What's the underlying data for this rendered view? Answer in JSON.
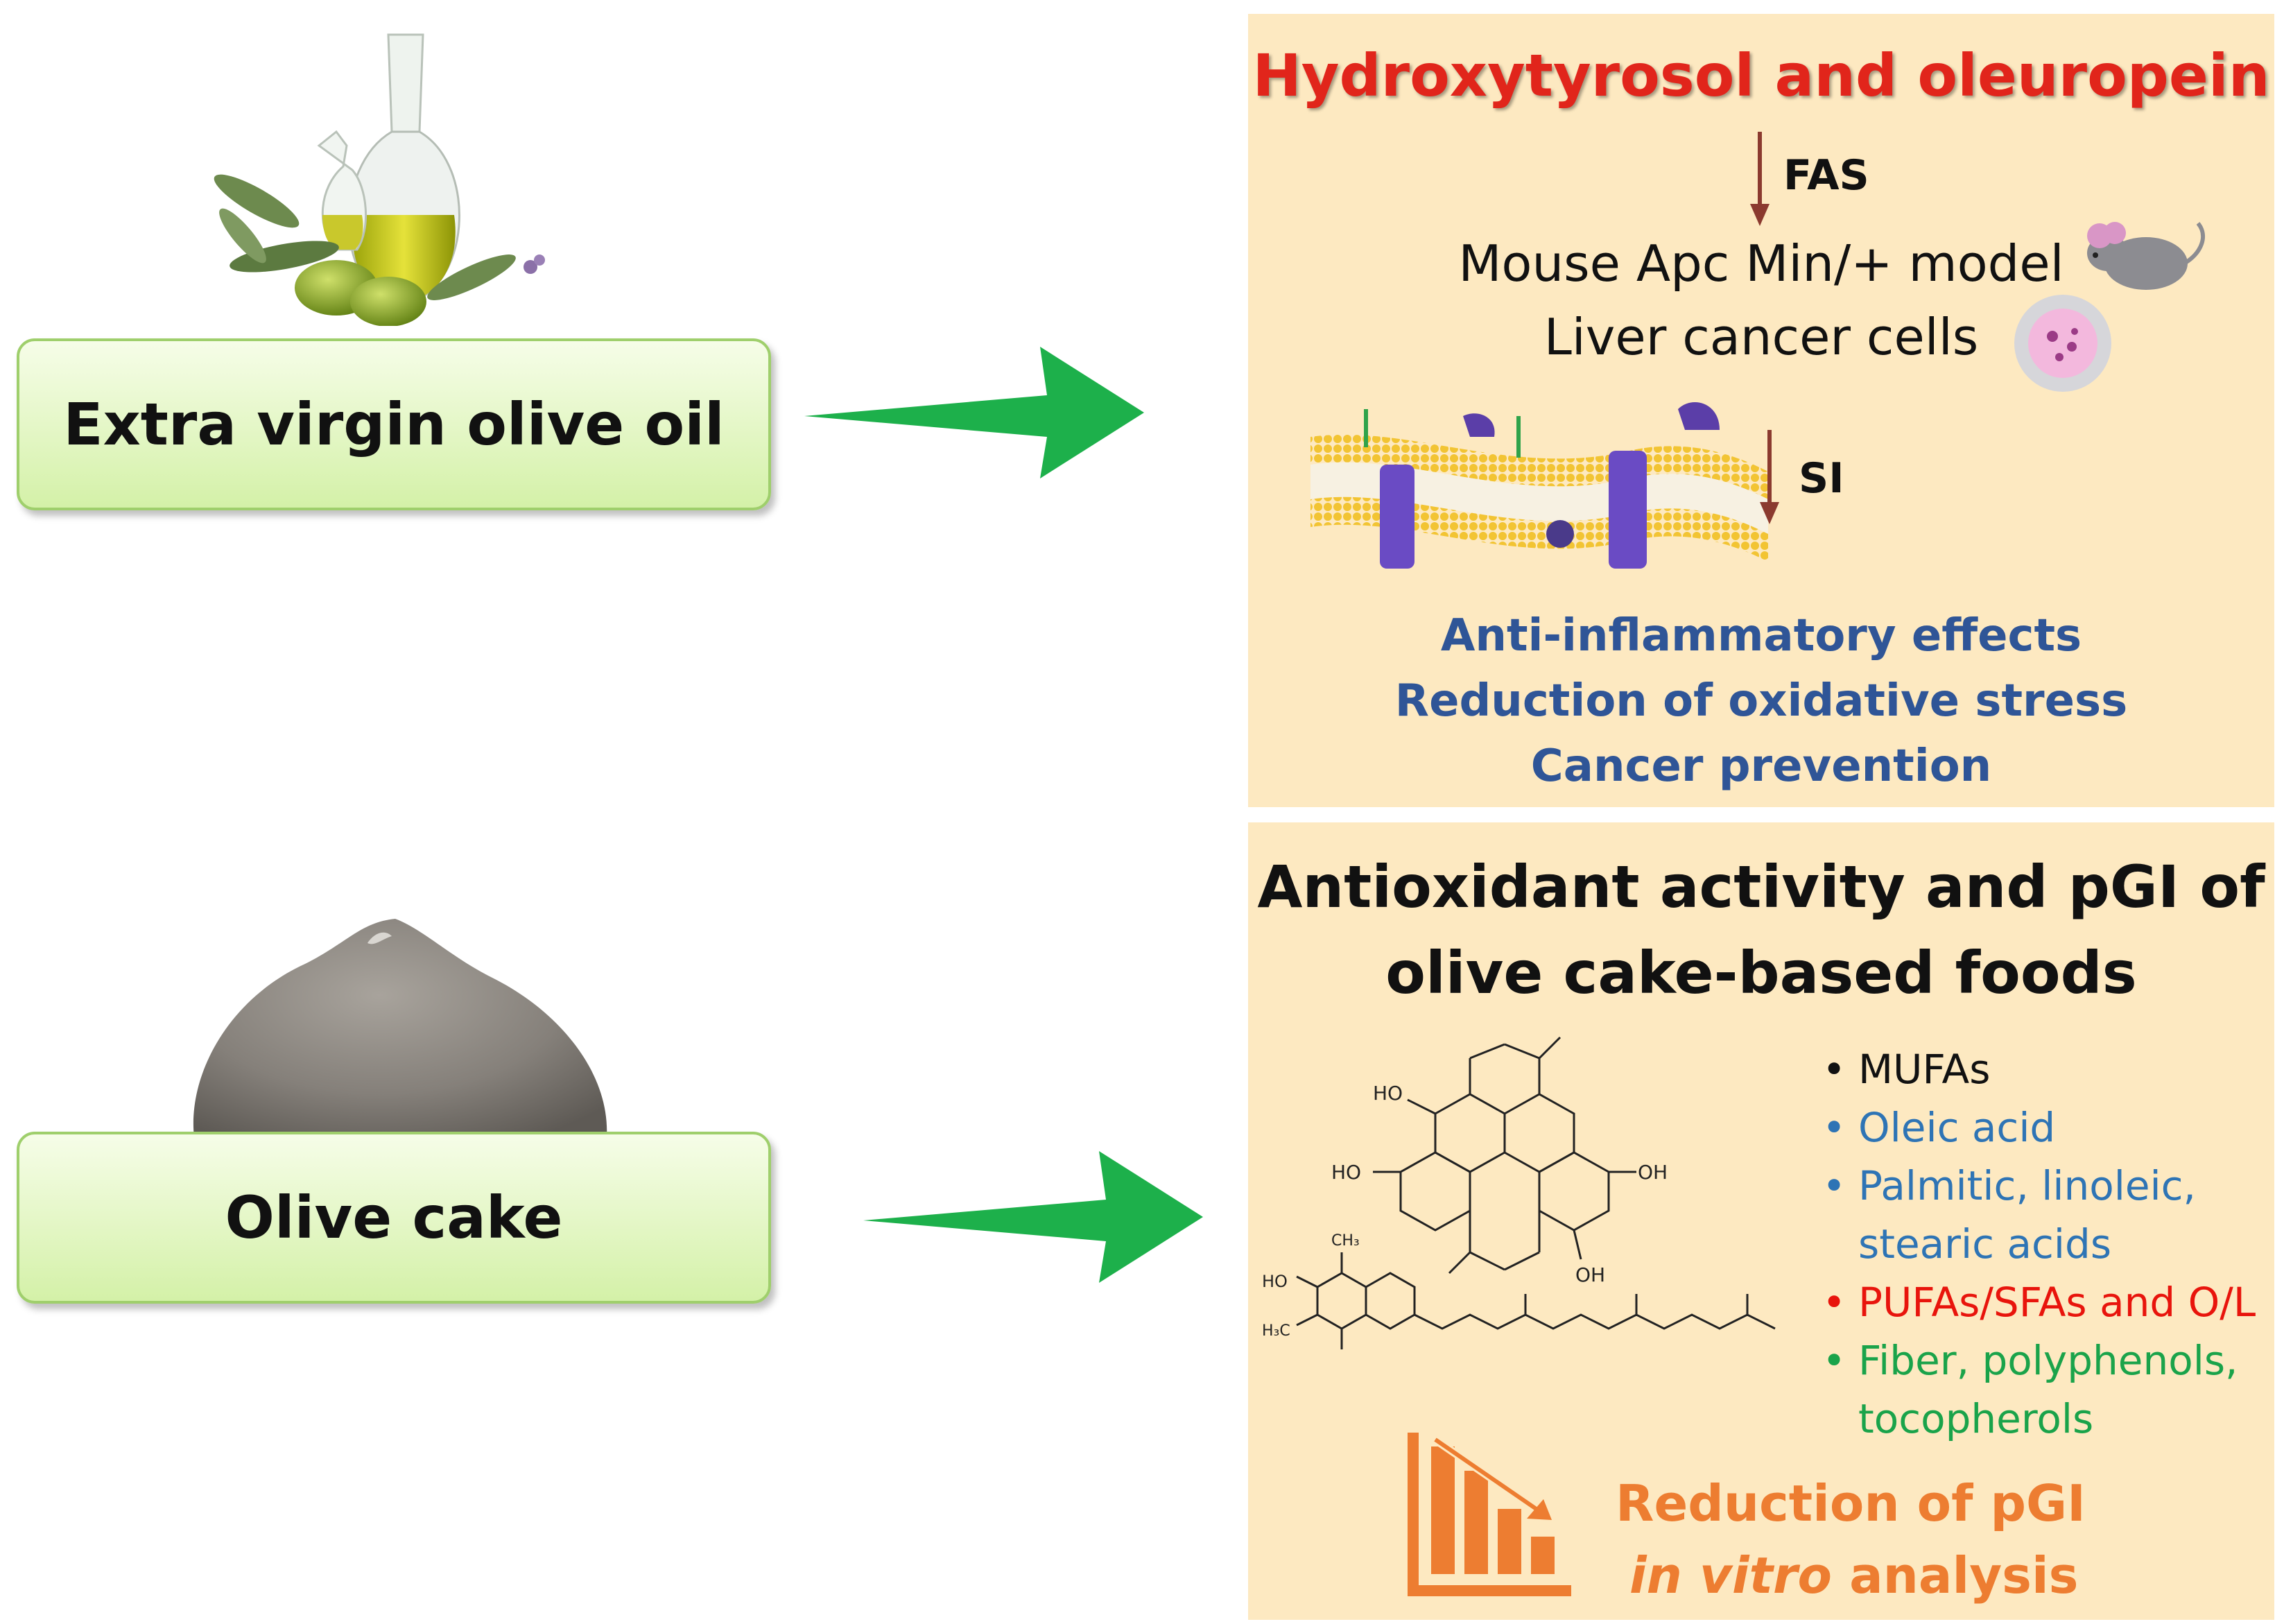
{
  "left": {
    "evoo_label": "Extra virgin olive oil",
    "olive_cake_label": "Olive cake"
  },
  "panel_top": {
    "title": "Hydroxytyrosol and oleuropein",
    "fas_label": "FAS",
    "model_line1": "Mouse Apc Min/+ model",
    "model_line2": "Liver cancer cells",
    "si_label": "SI",
    "effects": [
      "Anti-inflammatory effects",
      "Reduction of oxidative stress",
      "Cancer prevention"
    ]
  },
  "panel_bottom": {
    "title_line1": "Antioxidant activity and pGI of",
    "title_line2": "olive cake-based foods",
    "bullets": [
      {
        "text": "MUFAs",
        "color": "#111111"
      },
      {
        "text": "Oleic acid",
        "color": "#2e74b5"
      },
      {
        "text": "Palmitic, linoleic,",
        "color": "#2e74b5"
      },
      {
        "text": "stearic acids",
        "color": "#2e74b5",
        "continuation": true
      },
      {
        "text": "PUFAs/SFAs and O/L",
        "color": "#e8140c"
      },
      {
        "text": "Fiber, polyphenols,",
        "color": "#1aa34a"
      },
      {
        "text": "tocopherols",
        "color": "#1aa34a",
        "continuation": true
      }
    ],
    "pgi_line1": "Reduction of pGI",
    "pgi_line2_italic": "in vitro",
    "pgi_line2_rest": " analysis",
    "chem_labels": {
      "ho1": "HO",
      "ho2": "HO",
      "oh1": "OH",
      "oh2": "OH",
      "ho3": "HO",
      "ch3": "CH₃",
      "h3c": "H₃C"
    }
  },
  "colors": {
    "arrow_green": "#1db04b",
    "title_red": "#e1251b",
    "effects_blue": "#2f5597",
    "pgi_orange": "#ed7d31",
    "down_arrow": "#8b3a2f",
    "panel_bg": "#fde9c1"
  }
}
